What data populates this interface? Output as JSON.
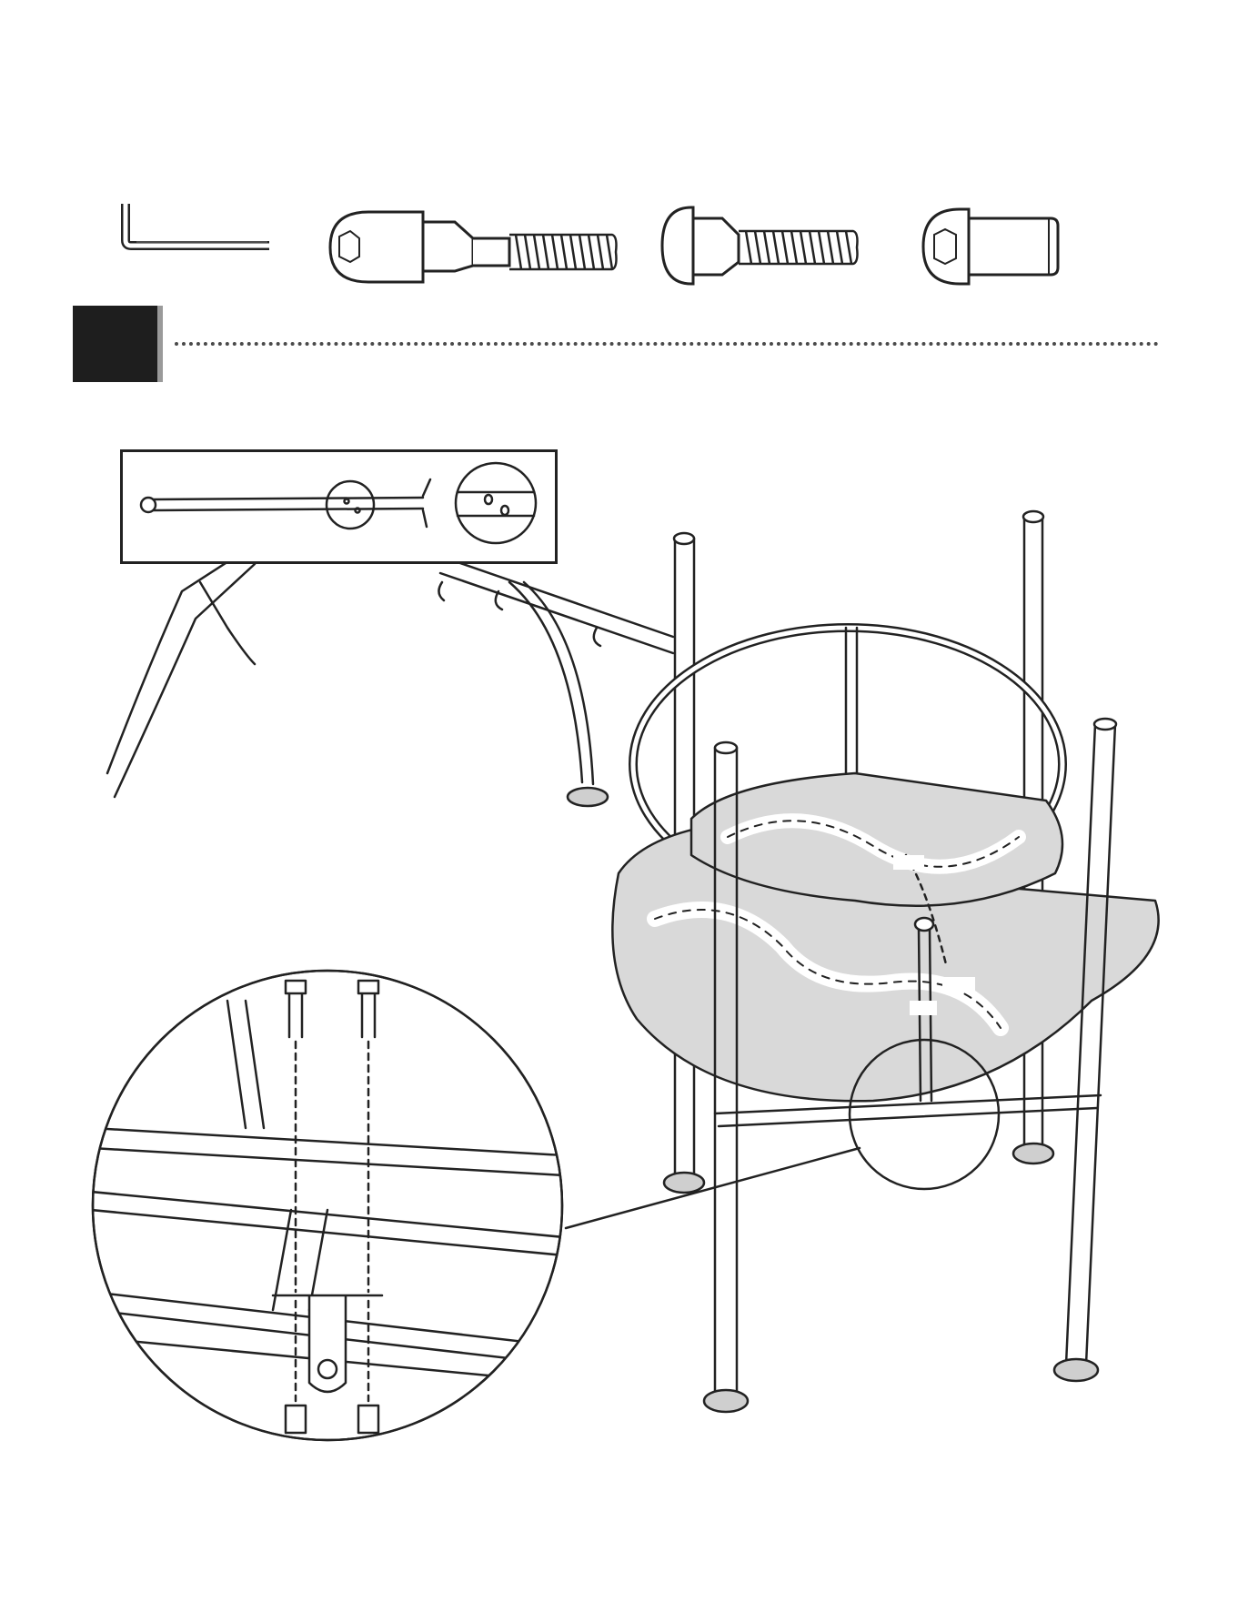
{
  "step": {
    "number": ""
  },
  "hardware": [
    {
      "name": "allen-wrench-icon",
      "quantity": ""
    },
    {
      "name": "long-shoulder-bolt-icon",
      "quantity": ""
    },
    {
      "name": "short-shoulder-bolt-icon",
      "quantity": ""
    },
    {
      "name": "barrel-nut-icon",
      "quantity": ""
    }
  ],
  "callouts": [
    {
      "id": "callout-a",
      "label": ""
    },
    {
      "id": "callout-b",
      "label": ""
    },
    {
      "id": "callout-c",
      "label": ""
    }
  ],
  "colors": {
    "line": "#222222",
    "deck_fill": "#d9d9d9",
    "deck_track": "#f2f2f2",
    "step_box": "#1e1e1e",
    "step_shadow": "#9a9a9a",
    "foot_fill": "#cfcfcf"
  }
}
